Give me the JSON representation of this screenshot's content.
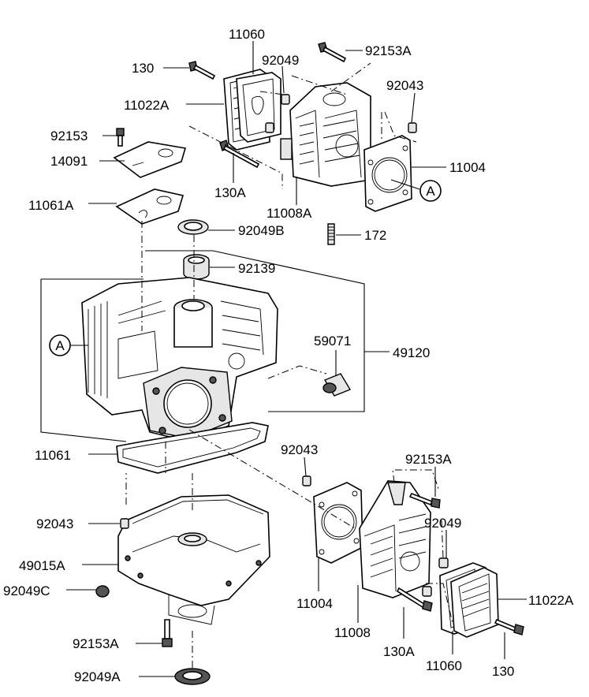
{
  "callouts": {
    "c11060_top": "11060",
    "c130_top": "130",
    "c92049_top": "92049",
    "c92153A_top": "92153A",
    "c11022A_top": "11022A",
    "c92043_top": "92043",
    "c92153": "92153",
    "c14091": "14091",
    "c11004_top": "11004",
    "c130A_top": "130A",
    "c11061A": "11061A",
    "c11008A": "11008A",
    "c92049B": "92049B",
    "c172": "172",
    "c92139": "92139",
    "c59071": "59071",
    "c49120": "49120",
    "c11061": "11061",
    "c92043_mid": "92043",
    "c92153A_mid": "92153A",
    "c92049_mid": "92049",
    "c92043_low": "92043",
    "c49015A": "49015A",
    "c92049C": "92049C",
    "c11004_low": "11004",
    "c11022A_low": "11022A",
    "c11008": "11008",
    "c92153A_low": "92153A",
    "c130A_low": "130A",
    "c11060_low": "11060",
    "c130_low": "130",
    "c92049A": "92049A"
  },
  "ref_marks": {
    "a_right": "A",
    "a_left": "A"
  }
}
